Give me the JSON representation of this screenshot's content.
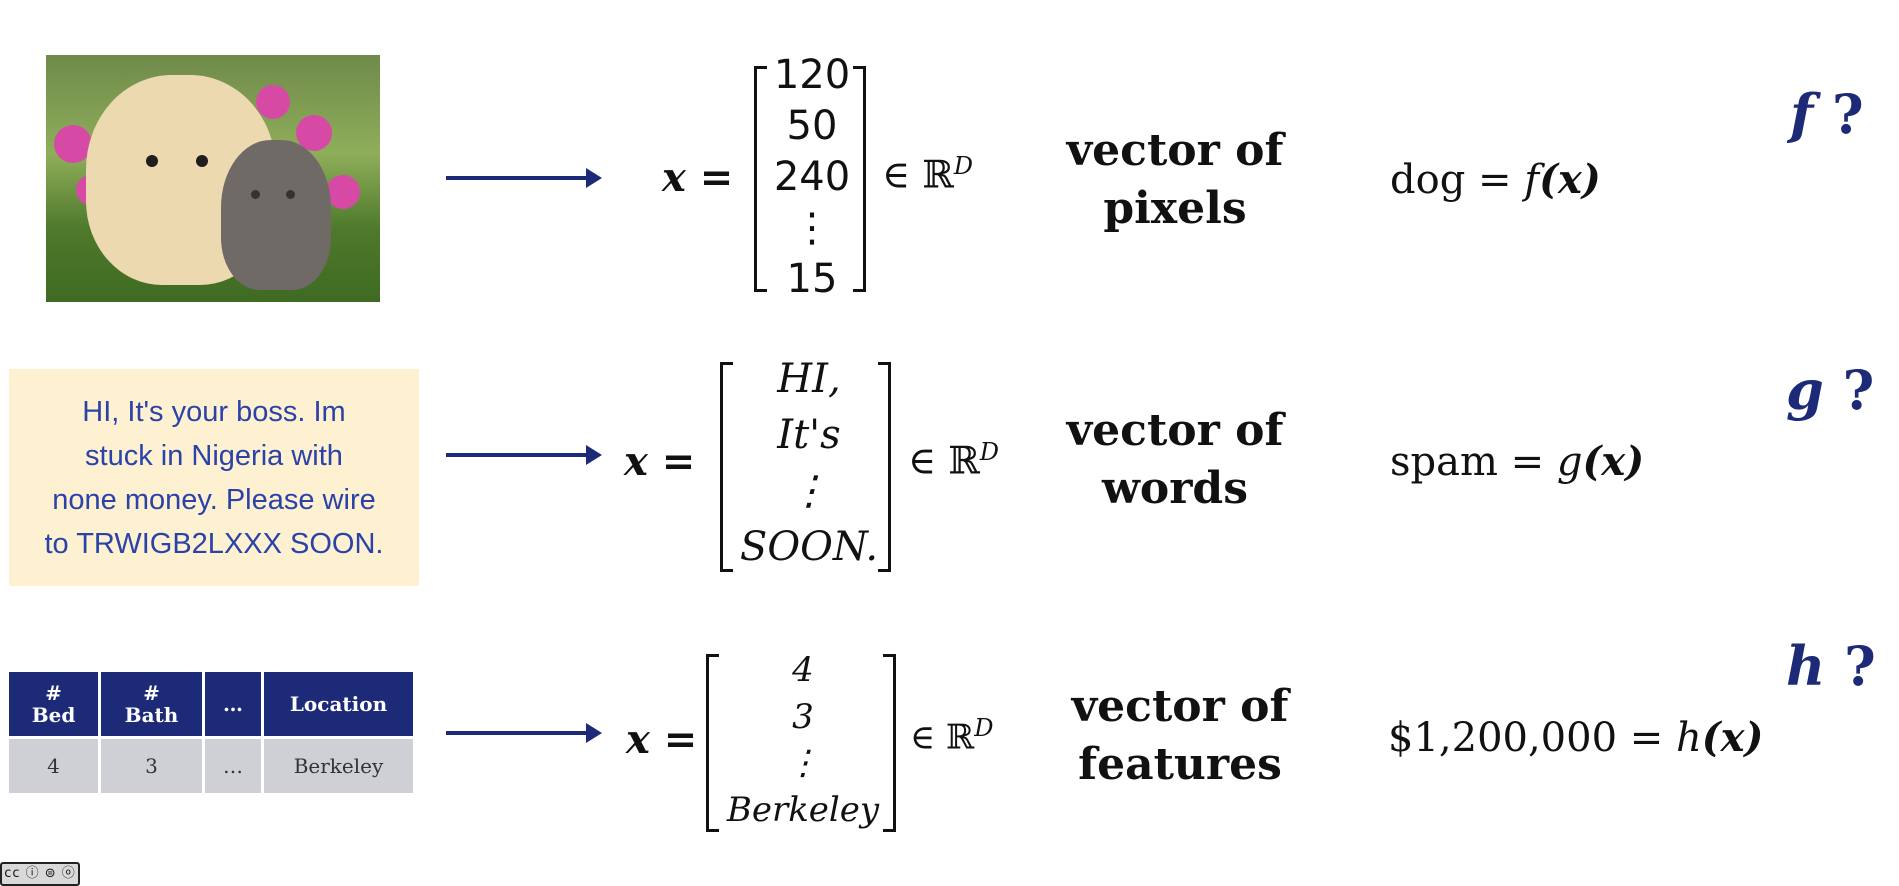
{
  "row1": {
    "vector": [
      "120",
      "50",
      "240",
      "⋮",
      "15"
    ],
    "x_lhs": "x =",
    "in_space": "∈ ℝ",
    "space_dim": "D",
    "label": "vector of\npixels",
    "equation_left": "dog = ",
    "func": "f",
    "arg": "(x)",
    "question_func": "f",
    "question_mark": "?"
  },
  "row2": {
    "message": "HI, It's your boss. Im\nstuck in Nigeria with\nnone money. Please wire\nto TRWIGB2LXXX SOON.",
    "vector": [
      "HI,",
      "It's",
      "⋮",
      "SOON."
    ],
    "x_lhs": "x =",
    "in_space": "∈ ℝ",
    "space_dim": "D",
    "label": "vector of\nwords",
    "equation_left": "spam = ",
    "func": "g",
    "arg": "(x)",
    "question_func": "g",
    "question_mark": "?"
  },
  "row3": {
    "table": {
      "headers": [
        "#\nBed",
        "#\nBath",
        "…",
        "Location"
      ],
      "row": [
        "4",
        "3",
        "…",
        "Berkeley"
      ]
    },
    "vector": [
      "4",
      "3",
      "⋮",
      "Berkeley"
    ],
    "x_lhs": "x =",
    "in_space": "∈ ℝ",
    "space_dim": "D",
    "label": "vector of\nfeatures",
    "equation_left": "$1,200,000 = ",
    "func": "h",
    "arg": "(x)",
    "question_func": "h",
    "question_mark": "?"
  },
  "license": "cc ⓘ ⊜ ⓞ",
  "colors": {
    "navy": "#1c2a78",
    "message_bg": "#fdf1d2",
    "message_text": "#2b42a8",
    "table_header_bg": "#1c2a78",
    "table_row_bg": "#cfcfd6"
  }
}
